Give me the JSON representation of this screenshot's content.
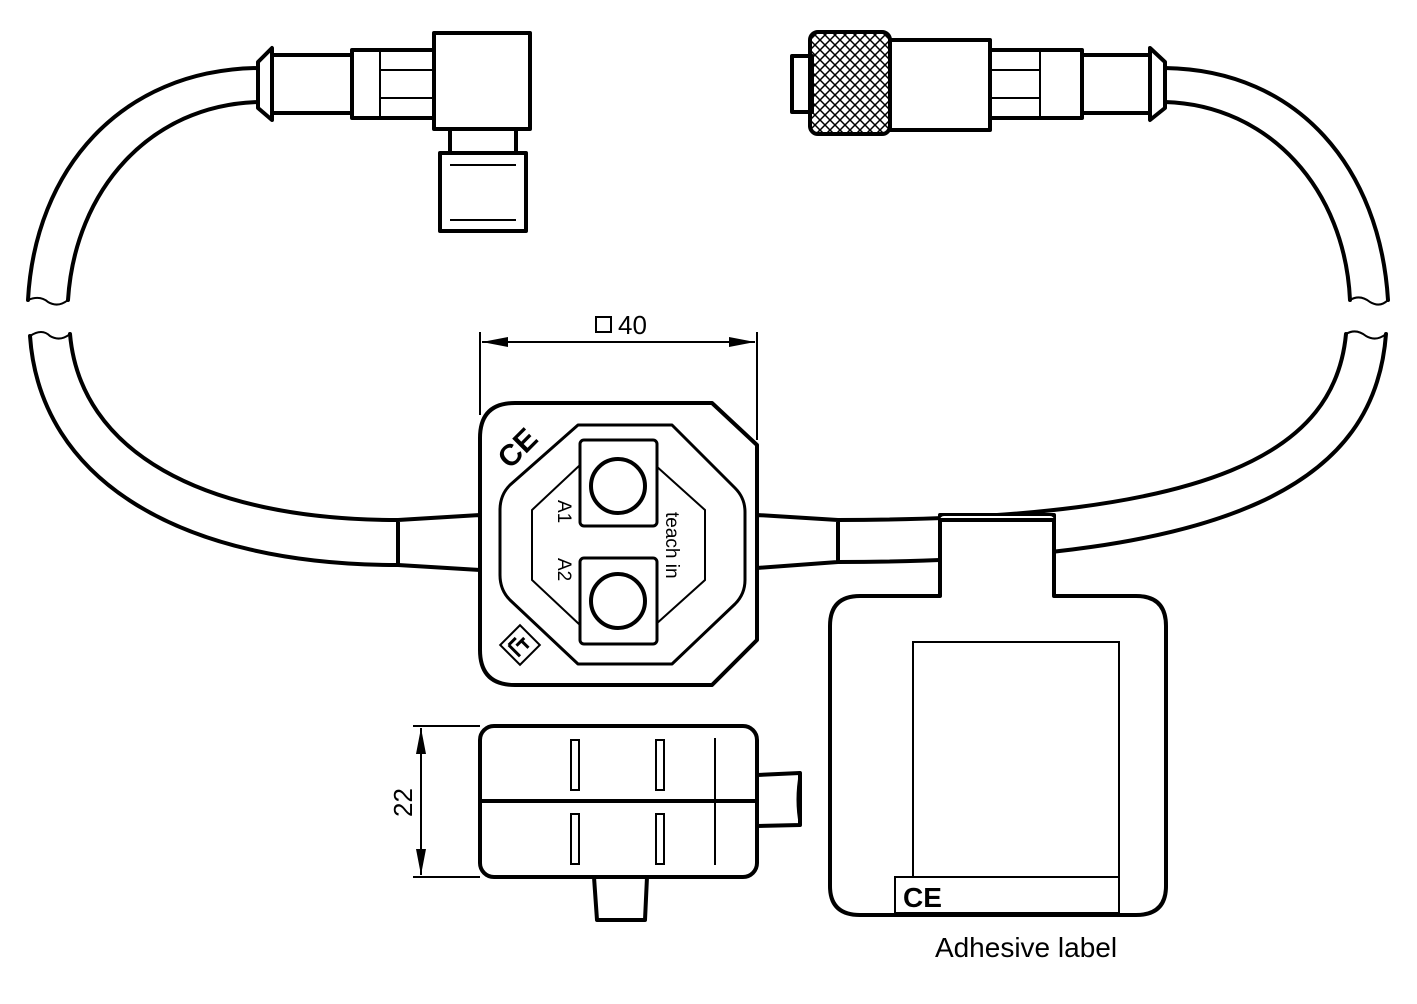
{
  "drawing": {
    "width_dimension": {
      "symbol": "□",
      "value": "40"
    },
    "height_dimension": {
      "value": "22"
    },
    "button_labels": [
      "A1",
      "A2"
    ],
    "teach_label": "teach in",
    "adhesive_label_caption": "Adhesive label",
    "ce_mark": "CE",
    "colors": {
      "line": "#000000",
      "background": "#ffffff"
    }
  }
}
